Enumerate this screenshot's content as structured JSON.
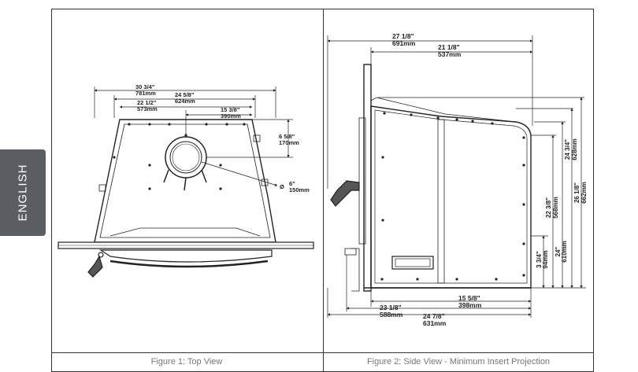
{
  "sidebar": {
    "language_tab": "ENGLISH"
  },
  "figure1": {
    "caption": "Figure 1: Top View",
    "dims": {
      "w_total_in": "30 3/4\"",
      "w_total_mm": "781mm",
      "w_mid_in": "24 5/8\"",
      "w_mid_mm": "624mm",
      "w_inner_in": "22 1/2\"",
      "w_inner_mm": "573mm",
      "flue_off_in": "15 3/8\"",
      "flue_off_mm": "390mm",
      "depth_in": "6 5/8\"",
      "depth_mm": "170mm",
      "flue_dia_sym": "Ø",
      "flue_dia_in": "6\"",
      "flue_dia_mm": "150mm"
    }
  },
  "figure2": {
    "caption": "Figure 2: Side View - Minimum Insert Projection",
    "dims": {
      "top_total_in": "27 1/8\"",
      "top_total_mm": "691mm",
      "top_body_in": "21 1/8\"",
      "top_body_mm": "537mm",
      "h_mid_in": "22 3/8\"",
      "h_mid_mm": "568mm",
      "h_back_in": "24 3/4\"",
      "h_back_mm": "628mm",
      "h_total_in": "26 1/8\"",
      "h_total_mm": "662mm",
      "h_low_in": "3 3/4\"",
      "h_low_mm": "94mm",
      "h_24_in": "24\"",
      "h_24_mm": "610mm",
      "b_proj_in": "15 5/8\"",
      "b_proj_mm": "398mm",
      "b_mid_in": "23 1/8\"",
      "b_mid_mm": "588mm",
      "b_total_in": "24 7/8\"",
      "b_total_mm": "631mm"
    }
  }
}
